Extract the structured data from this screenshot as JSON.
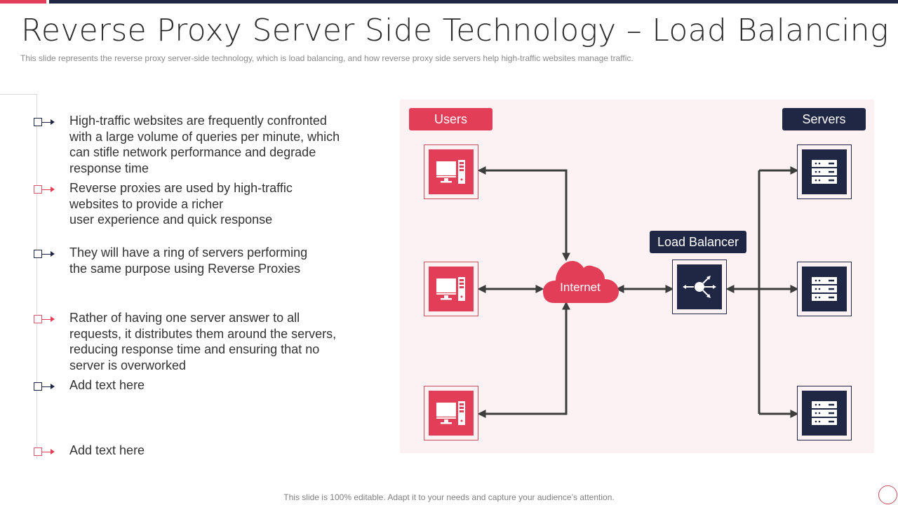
{
  "slide": {
    "title": "Reverse Proxy Server Side Technology – Load Balancing",
    "subtitle": "This slide represents the reverse  proxy server-side  technology, which is load balancing, and how reverse  proxy side servers help high-traffic websites manage traffic.",
    "footer": "This slide is 100% editable. Adapt it to your needs and capture your audience’s attention."
  },
  "colors": {
    "accent_red": "#e23e57",
    "navy": "#1f2744",
    "panel_bg": "#fdf2f3",
    "text": "#333333"
  },
  "bullets": [
    {
      "style": "dark",
      "icon": "box-arrow-icon",
      "text": "High-traffic websites are frequently confronted\nwith a large volume of queries per minute, which\ncan stifle network performance and degrade\nresponse time"
    },
    {
      "style": "red",
      "icon": "box-arrow-icon",
      "text": "Reverse proxies are used by high-traffic\nwebsites to provide a richer\nuser experience and quick response"
    },
    {
      "style": "dark",
      "icon": "box-arrow-icon",
      "text": "They will have a ring of servers performing\nthe same purpose using Reverse Proxies"
    },
    {
      "style": "red",
      "icon": "box-arrow-icon",
      "text": "Rather of having one server answer to all\nrequests, it distributes them around the servers,\nreducing response time and ensuring that no\nserver is overworked"
    },
    {
      "style": "dark",
      "icon": "box-arrow-icon",
      "text": "Add text here"
    },
    {
      "style": "red",
      "icon": "box-arrow-icon",
      "text": "Add text here"
    }
  ],
  "diagram": {
    "users_label": "Users",
    "servers_label": "Servers",
    "load_balancer_label": "Load Balancer",
    "internet_label": "Internet",
    "users": [
      {
        "icon": "desktop-computer-icon"
      },
      {
        "icon": "desktop-computer-icon"
      },
      {
        "icon": "desktop-computer-icon"
      }
    ],
    "servers": [
      {
        "icon": "server-rack-icon"
      },
      {
        "icon": "server-rack-icon"
      },
      {
        "icon": "server-rack-icon"
      }
    ],
    "load_balancer_icon": "load-balancer-icon",
    "internet_icon": "cloud-icon"
  }
}
